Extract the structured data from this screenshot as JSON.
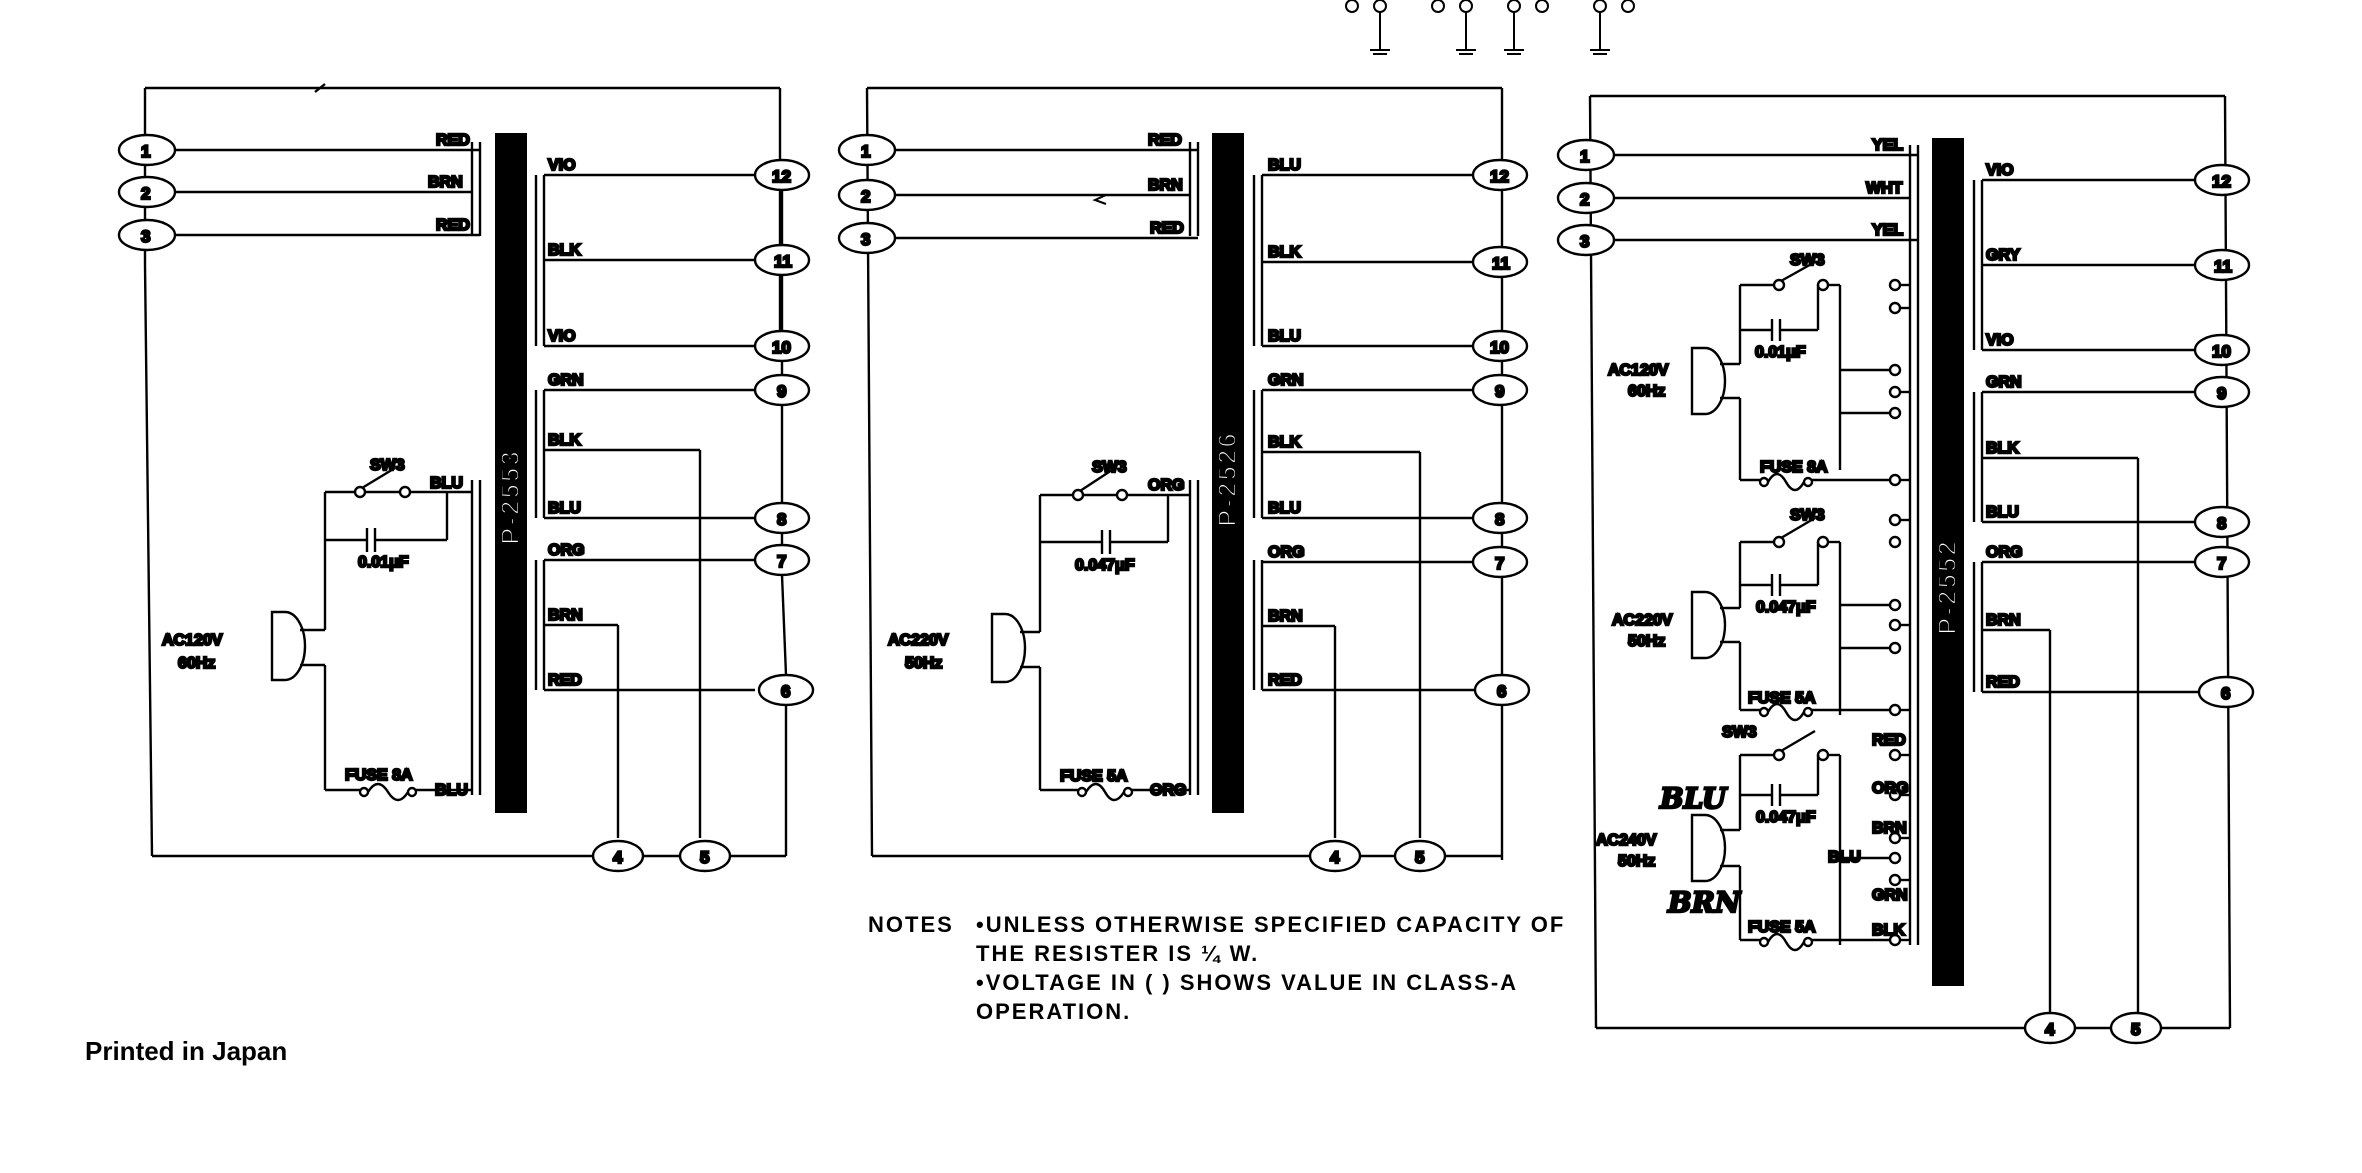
{
  "panels": [
    {
      "part_number": "P-2553",
      "left_pins": [
        "1",
        "2",
        "3"
      ],
      "left_wires": [
        "RED",
        "BRN",
        "RED"
      ],
      "right_wires": [
        "VIO",
        "BLK",
        "VIO",
        "GRN",
        "BLK",
        "BLU",
        "ORG",
        "BRN",
        "RED"
      ],
      "right_pins": [
        "12",
        "11",
        "10",
        "9",
        "8",
        "7",
        "6"
      ],
      "bottom_pins": [
        "4",
        "5"
      ],
      "switch_label": "SW3",
      "switch_wire": "BLU",
      "capacitor": "0.01μF",
      "plug_label": [
        "AC120V",
        "60Hz"
      ],
      "fuse": "FUSE 8A",
      "fuse_wire": "BLU"
    },
    {
      "part_number": "P-2526",
      "left_pins": [
        "1",
        "2",
        "3"
      ],
      "left_wires": [
        "RED",
        "BRN",
        "RED"
      ],
      "right_wires": [
        "BLU",
        "BLK",
        "BLU",
        "GRN",
        "BLK",
        "BLU",
        "ORG",
        "BRN",
        "RED"
      ],
      "right_pins": [
        "12",
        "11",
        "10",
        "9",
        "8",
        "7",
        "6"
      ],
      "bottom_pins": [
        "4",
        "5"
      ],
      "switch_label": "SW3",
      "switch_wire": "ORG",
      "capacitor": "0.047μF",
      "plug_label": [
        "AC220V",
        "50Hz"
      ],
      "fuse": "FUSE 5A",
      "fuse_wire": "ORG"
    },
    {
      "part_number": "P-2552",
      "left_pins": [
        "1",
        "2",
        "3"
      ],
      "left_wires": [
        "YEL",
        "WHT",
        "YEL"
      ],
      "right_wires": [
        "VIO",
        "GRY",
        "VIO",
        "GRN",
        "BLK",
        "BLU",
        "ORG",
        "BRN",
        "RED"
      ],
      "right_pins": [
        "12",
        "11",
        "10",
        "9",
        "8",
        "7",
        "6"
      ],
      "bottom_pins": [
        "4",
        "5"
      ],
      "sub_circuits": [
        {
          "switch_label": "SW3",
          "capacitor": "0.01μF",
          "plug_label": [
            "AC120V",
            "60Hz"
          ],
          "fuse": "FUSE 8A"
        },
        {
          "switch_label": "SW3",
          "capacitor": "0.047μF",
          "plug_label": [
            "AC220V",
            "50Hz"
          ],
          "fuse": "FUSE 5A"
        },
        {
          "switch_label": "SW3",
          "capacitor": "0.047μF",
          "plug_label": [
            "AC240V",
            "50Hz"
          ],
          "fuse": "FUSE 5A"
        }
      ],
      "tap_wires": [
        "RED",
        "ORG",
        "BRN",
        "BLU",
        "GRN",
        "BLK"
      ],
      "handwritten": [
        "BLU",
        "BRN"
      ]
    }
  ],
  "notes": {
    "heading": "NOTES",
    "line1": "•UNLESS OTHERWISE SPECIFIED CAPACITY OF",
    "line2": "THE RESISTER IS ¼ W.",
    "line3": "•VOLTAGE IN (     ) SHOWS VALUE IN CLASS-A",
    "line4": "OPERATION."
  },
  "footer": "Printed in Japan"
}
